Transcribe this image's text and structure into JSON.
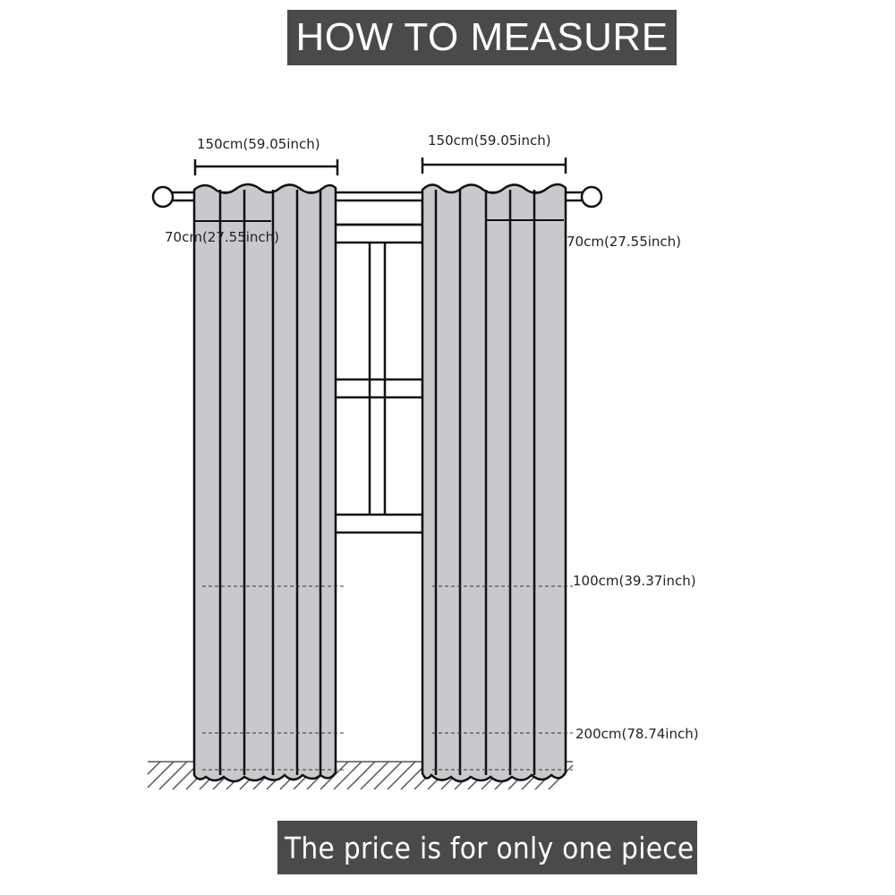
{
  "header": {
    "title": "HOW TO MEASURE"
  },
  "footer": {
    "note": "The price is for only one piece"
  },
  "measurements": {
    "left_width": "150cm(59.05inch)",
    "right_width": "150cm(59.05inch)",
    "left_header_drop": "70cm(27.55inch)",
    "right_header_drop": "70cm(27.55inch)",
    "length_short": "100cm(39.37inch)",
    "length_long": "200cm(78.74inch)"
  },
  "colors": {
    "banner": "#4a4a4a",
    "curtain_fill": "#c9c8cd",
    "outline": "#111111"
  }
}
